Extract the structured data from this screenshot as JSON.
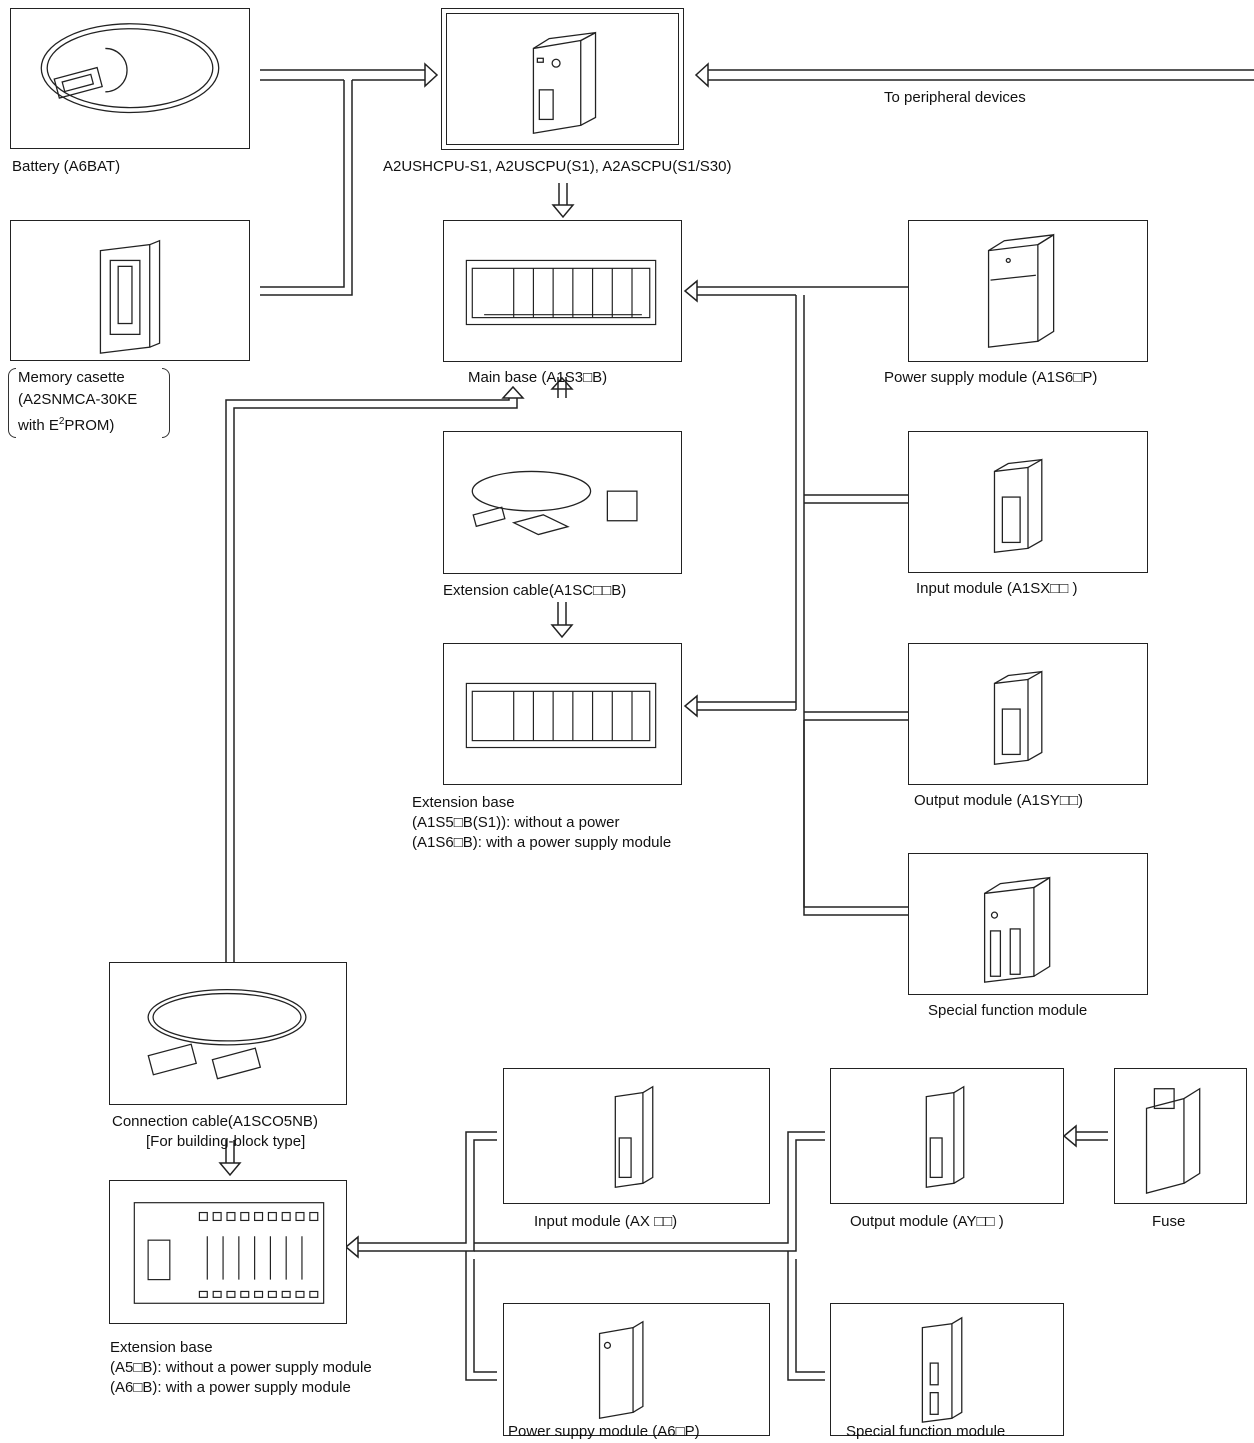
{
  "modules": {
    "battery": "Battery (A6BAT)",
    "cpu": "A2USHCPU-S1, A2USCPU(S1), A2ASCPU(S1/S30)",
    "peripheral": "To peripheral devices",
    "memory_line1": "Memory casette",
    "memory_line2": "(A2SNMCA-30KE",
    "memory_line3_pre": "with E",
    "memory_line3_sup": "2",
    "memory_line3_post": "PROM)",
    "main_base": "Main base (A1S3□B)",
    "power_supply": "Power supply module (A1S6□P)",
    "ext_cable": "Extension cable(A1SC□□B)",
    "input_module": "Input module (A1SX□□ )",
    "output_module": "Output module (A1SY□□)",
    "ext_base_line1": "Extension base",
    "ext_base_line2": "(A1S5□B(S1)): without a power",
    "ext_base_line3": "(A1S6□B): with a power supply module",
    "special_module": "Special function module",
    "conn_cable_line1": "Connection cable(A1SCO5NB)",
    "conn_cable_line2": "[For building-block type]",
    "input_ax": "Input module (AX □□)",
    "output_ay": "Output module (AY□□ )",
    "fuse": "Fuse",
    "ext_base2_line1": "Extension base",
    "ext_base2_line2": "(A5□B): without a power supply module",
    "ext_base2_line3": "(A6□B): with a power supply module",
    "power_a6": "Power suppy module (A6□P)",
    "special_module2": "Special function module"
  }
}
